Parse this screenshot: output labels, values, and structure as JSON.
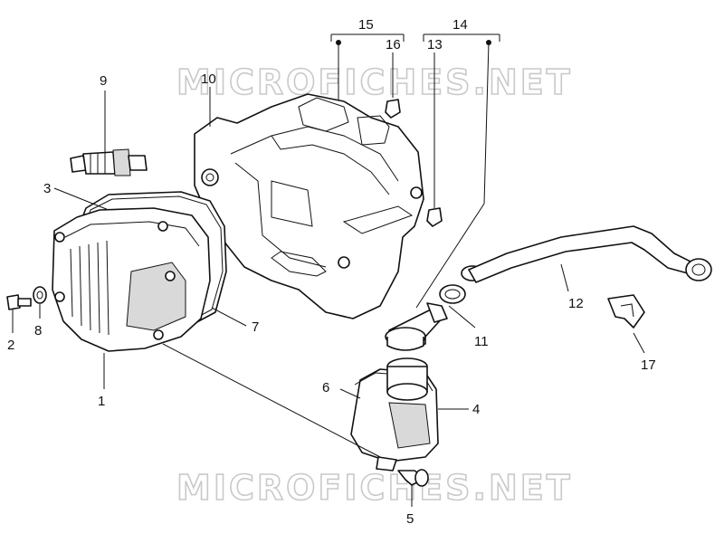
{
  "watermark": {
    "top": "MICROFICHES.NET",
    "bottom": "MICROFICHES.NET"
  },
  "callouts": [
    "1",
    "2",
    "3",
    "4",
    "5",
    "6",
    "7",
    "8",
    "9",
    "10",
    "11",
    "12",
    "13",
    "14",
    "15",
    "16",
    "17"
  ],
  "colors": {
    "ink": "#111111",
    "watermark": "#c9c9c9",
    "background": "#ffffff"
  }
}
